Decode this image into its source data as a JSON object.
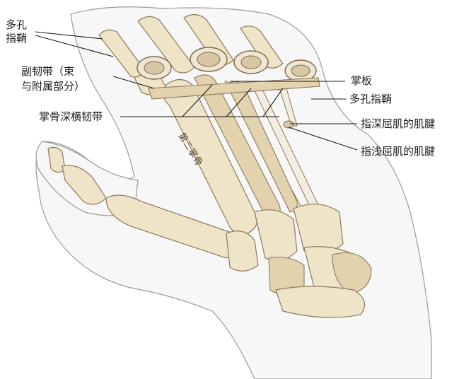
{
  "labels": {
    "multi_sheath_top_line1": "多孔",
    "multi_sheath_top_line2": "指鞘",
    "collateral_ligament_line1": "副韧带（束",
    "collateral_ligament_line2": "与附属部分）",
    "deep_transverse_ligament": "掌骨深横韧带",
    "palmar_plate": "掌板",
    "multi_sheath_right": "多孔指鞘",
    "fds_tendon_deep": "指深屈肌的肌腱",
    "fds_tendon_superficial": "指浅屈肌的肌腱",
    "bone_text": "第二掌骨"
  },
  "colors": {
    "bone": "#efe3c8",
    "outline": "#8c7a5c",
    "skin": "#f7f7f7",
    "text": "#1a1a1a"
  }
}
